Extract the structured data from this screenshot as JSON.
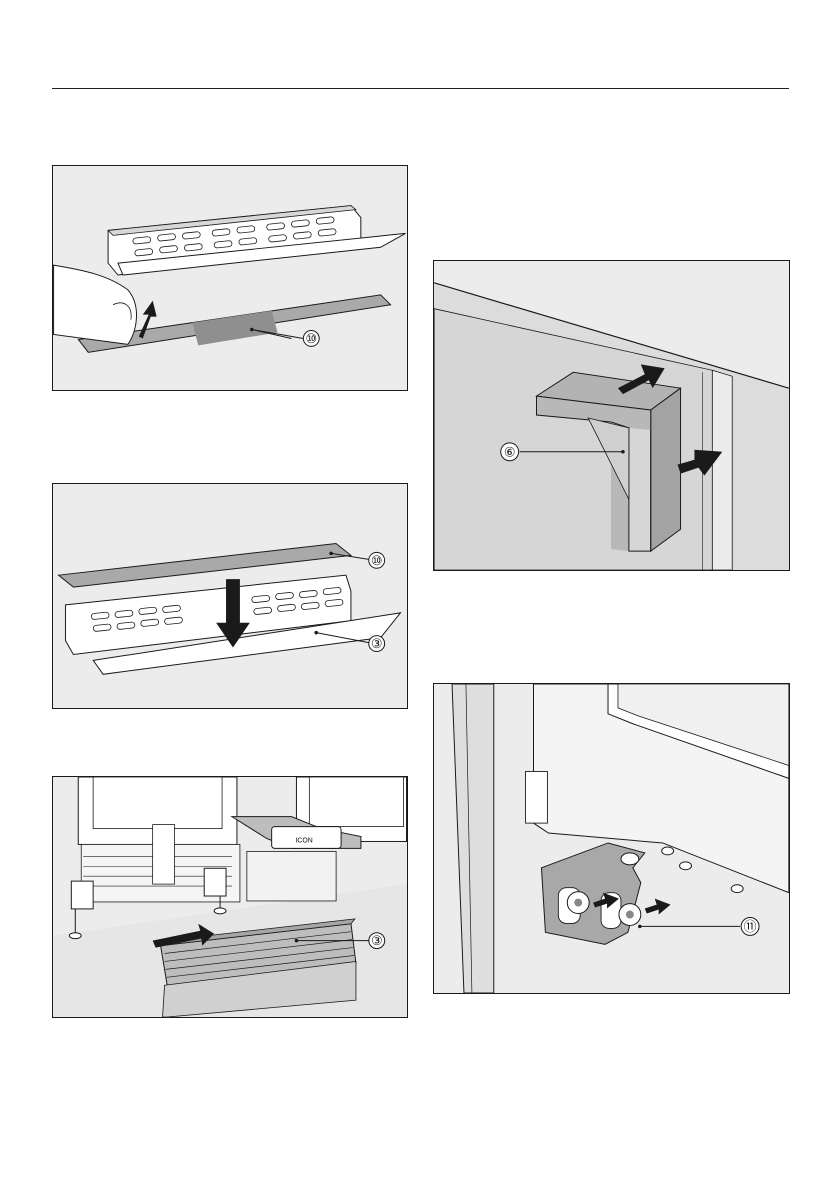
{
  "colors": {
    "panel_bg": "#ececec",
    "line": "#1a1a1a",
    "part": "#bdbdbd",
    "arrow": "#1a1a1a"
  },
  "figures": {
    "fig1": {
      "callout": "⑩"
    },
    "fig2": {
      "callouts": [
        "⑩",
        "③"
      ]
    },
    "fig3": {
      "callout": "③",
      "part_marking": "ICON"
    },
    "fig4": {
      "callout": "⑥"
    },
    "fig5": {
      "callout": "⑪"
    }
  }
}
